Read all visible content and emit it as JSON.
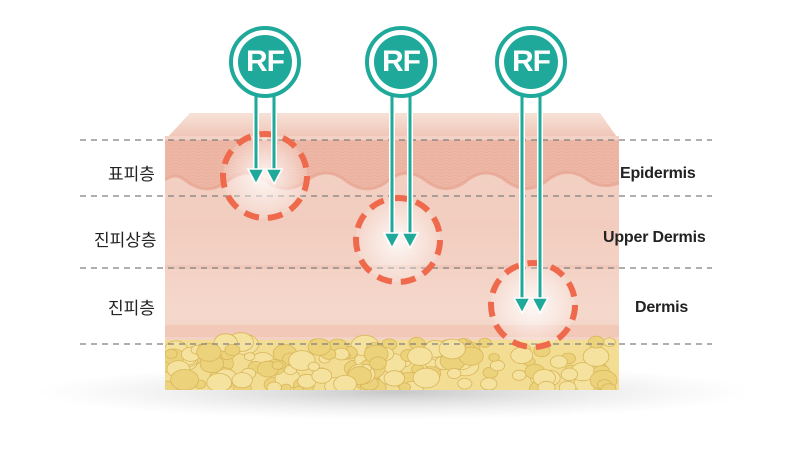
{
  "layers": [
    {
      "ko": "표피층",
      "en": "Epidermis"
    },
    {
      "ko": "진피상층",
      "en": "Upper Dermis"
    },
    {
      "ko": "진피층",
      "en": "Dermis"
    }
  ],
  "rf_badges": [
    {
      "label": "RF",
      "targets": "Epidermis"
    },
    {
      "label": "RF",
      "targets": "Upper Dermis"
    },
    {
      "label": "RF",
      "targets": "Dermis"
    }
  ],
  "colors": {
    "teal": "#1fa99a",
    "target_ring": "#ef6a4c",
    "skin_top": "#f1c6b7",
    "fat": "#efd985"
  }
}
